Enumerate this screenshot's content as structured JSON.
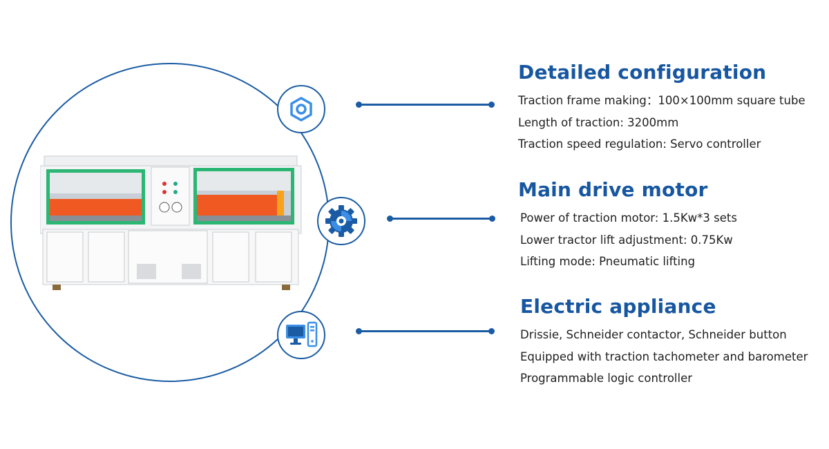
{
  "colors": {
    "accent": "#1a5ba3",
    "heading": "#1756a0",
    "text": "#1e1e1e",
    "machine_frame": "#2bb673",
    "machine_orange": "#f05a22"
  },
  "icons": [
    "hex-nut-icon",
    "gear-icon",
    "computer-icon"
  ],
  "sections": [
    {
      "title": "Detailed configuration",
      "icon": "hex-nut-icon",
      "lines": [
        "Traction frame making：100×100mm square tube",
        "Length of traction: 3200mm",
        "Traction speed regulation: Servo controller"
      ]
    },
    {
      "title": "Main drive motor",
      "icon": "gear-icon",
      "lines": [
        "Power of traction motor: 1.5Kw*3 sets",
        "Lower tractor lift adjustment: 0.75Kw",
        "Lifting mode: Pneumatic lifting"
      ]
    },
    {
      "title": "Electric appliance",
      "icon": "computer-icon",
      "lines": [
        "Drissie, Schneider contactor, Schneider button",
        "Equipped with traction tachometer and barometer",
        "Programmable logic controller"
      ]
    }
  ]
}
